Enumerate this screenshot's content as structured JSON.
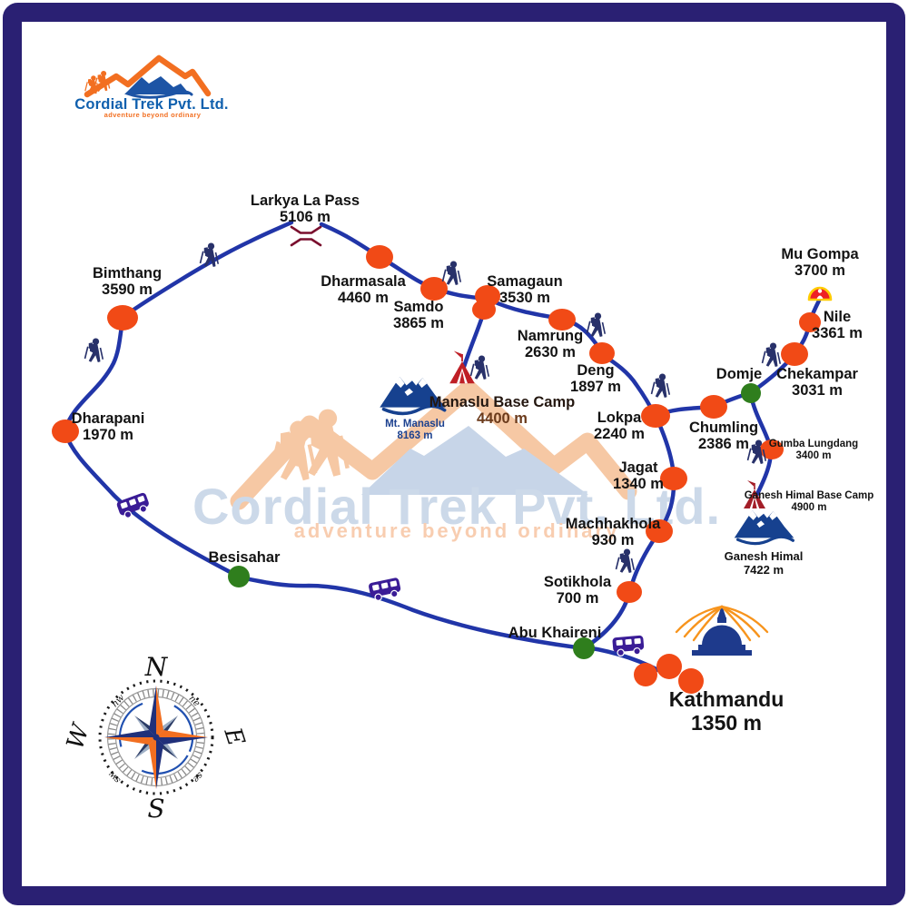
{
  "brand": {
    "company": "Cordial Trek Pvt. Ltd.",
    "tagline": "adventure beyond ordinary"
  },
  "watermark": {
    "company": "Cordial Trek Pvt. Ltd.",
    "tagline": "adventure beyond ordinary"
  },
  "stations": [
    {
      "name": "Larkya La Pass",
      "elevation": "5106 m",
      "marker": "pass-symbol"
    },
    {
      "name": "Bimthang",
      "elevation": "3590 m",
      "marker": "orange-dot"
    },
    {
      "name": "Dharmasala",
      "elevation": "4460 m",
      "marker": "orange-dot"
    },
    {
      "name": "Samdo",
      "elevation": "3865 m",
      "marker": "orange-dot"
    },
    {
      "name": "Samagaun",
      "elevation": "3530 m",
      "marker": "orange-dot"
    },
    {
      "name": "Namrung",
      "elevation": "2630 m",
      "marker": "orange-dot"
    },
    {
      "name": "Deng",
      "elevation": "1897 m",
      "marker": "orange-dot"
    },
    {
      "name": "Mu Gompa",
      "elevation": "3700 m",
      "marker": "gompa-symbol"
    },
    {
      "name": "Nile",
      "elevation": "3361 m",
      "marker": "orange-dot"
    },
    {
      "name": "Chekampar",
      "elevation": "3031 m",
      "marker": "orange-dot"
    },
    {
      "name": "Domje",
      "elevation": "",
      "marker": "green-dot"
    },
    {
      "name": "Chumling",
      "elevation": "2386 m",
      "marker": "orange-dot"
    },
    {
      "name": "Gumba Lungdang",
      "elevation": "3400 m",
      "marker": "orange-dot"
    },
    {
      "name": "Ganesh Himal Base Camp",
      "elevation": "4900 m",
      "marker": "tent-symbol"
    },
    {
      "name": "Ganesh Himal",
      "elevation": "7422 m",
      "marker": "mountain-symbol"
    },
    {
      "name": "Lokpa",
      "elevation": "2240 m",
      "marker": "orange-dot"
    },
    {
      "name": "Manaslu Base Camp",
      "elevation": "4400 m",
      "marker": "tent-symbol"
    },
    {
      "name": "Mt. Manaslu",
      "elevation": "8163 m",
      "marker": "mountain-symbol"
    },
    {
      "name": "Jagat",
      "elevation": "1340 m",
      "marker": "orange-dot"
    },
    {
      "name": "Machhakhola",
      "elevation": "930 m",
      "marker": "orange-dot"
    },
    {
      "name": "Sotikhola",
      "elevation": "700 m",
      "marker": "orange-dot"
    },
    {
      "name": "Abu Khaireni",
      "elevation": "",
      "marker": "green-dot"
    },
    {
      "name": "Besisahar",
      "elevation": "",
      "marker": "green-dot"
    },
    {
      "name": "Dharapani",
      "elevation": "1970 m",
      "marker": "orange-dot"
    },
    {
      "name": "Kathmandu",
      "elevation": "1350 m",
      "marker": "orange-dot-cluster"
    }
  ],
  "compass": {
    "n": "N",
    "e": "E",
    "s": "S",
    "w": "W",
    "ne": "ne",
    "nw": "nw",
    "se": "se",
    "sw": "sw"
  },
  "colors": {
    "border": "#2a2073",
    "route": "#2135a8",
    "station_dot": "#f14a16",
    "road_point": "#2f7e1d",
    "label": "#131313",
    "logo_blue": "#1060ae",
    "logo_orange": "#f26f21",
    "watermark_blue": "#ccd9e9",
    "watermark_peach": "#f6c8a4",
    "bus": "#3a1c96",
    "hiker": "#28316a",
    "tent": "#b01f26",
    "mountain": "#16418f",
    "gompa_red": "#ee2125",
    "gompa_yellow": "#ffcc00"
  }
}
